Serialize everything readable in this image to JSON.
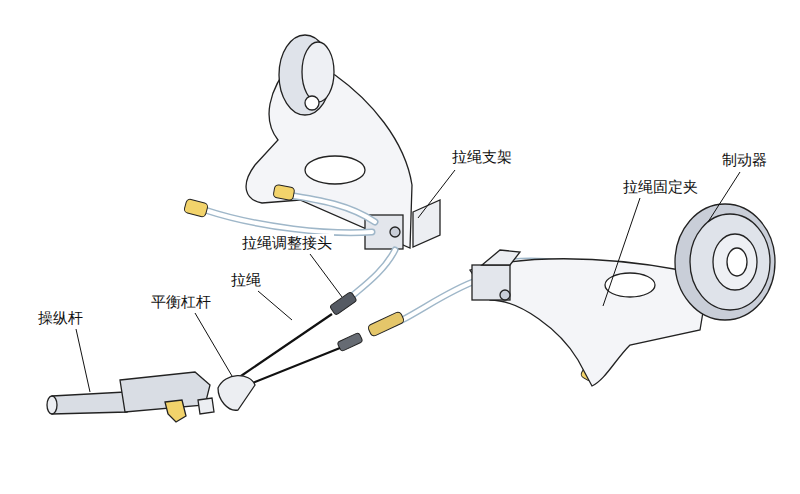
{
  "diagram": {
    "labels": [
      "拉绳支架",
      "制动器",
      "拉绳固定夹",
      "拉绳调整接头",
      "拉绳",
      "平衡杠杆",
      "操纵杆"
    ]
  }
}
